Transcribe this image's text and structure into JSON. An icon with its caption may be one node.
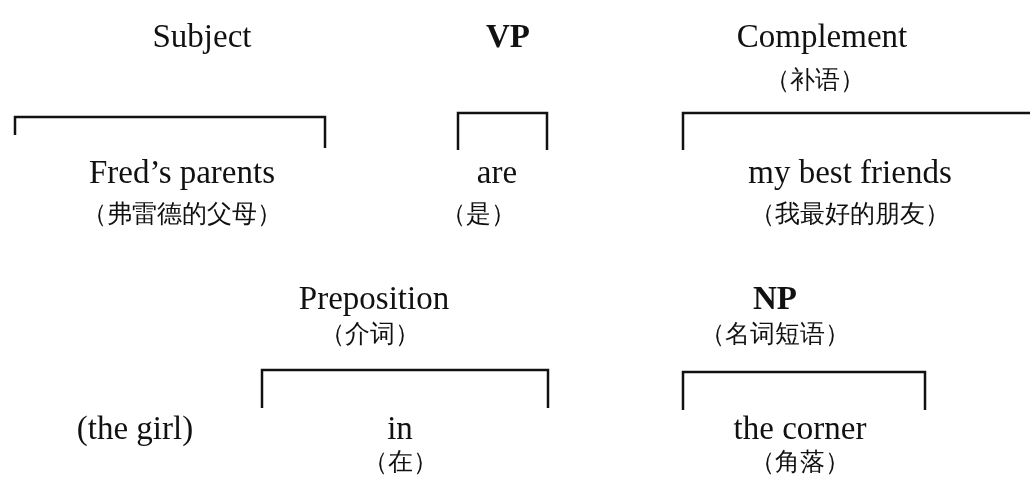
{
  "diagram": {
    "labels": [
      "Subject",
      "VP",
      "Complement",
      "（补语）",
      "Fred’s parents",
      "are",
      "my best friends",
      "（弗雷德的父母）",
      "（是）",
      "（我最好的朋友）",
      "Preposition",
      "NP",
      "（介词）",
      "（名词短语）",
      "(the girl)",
      "in",
      "the corner",
      "（在）",
      "（角落）"
    ]
  }
}
